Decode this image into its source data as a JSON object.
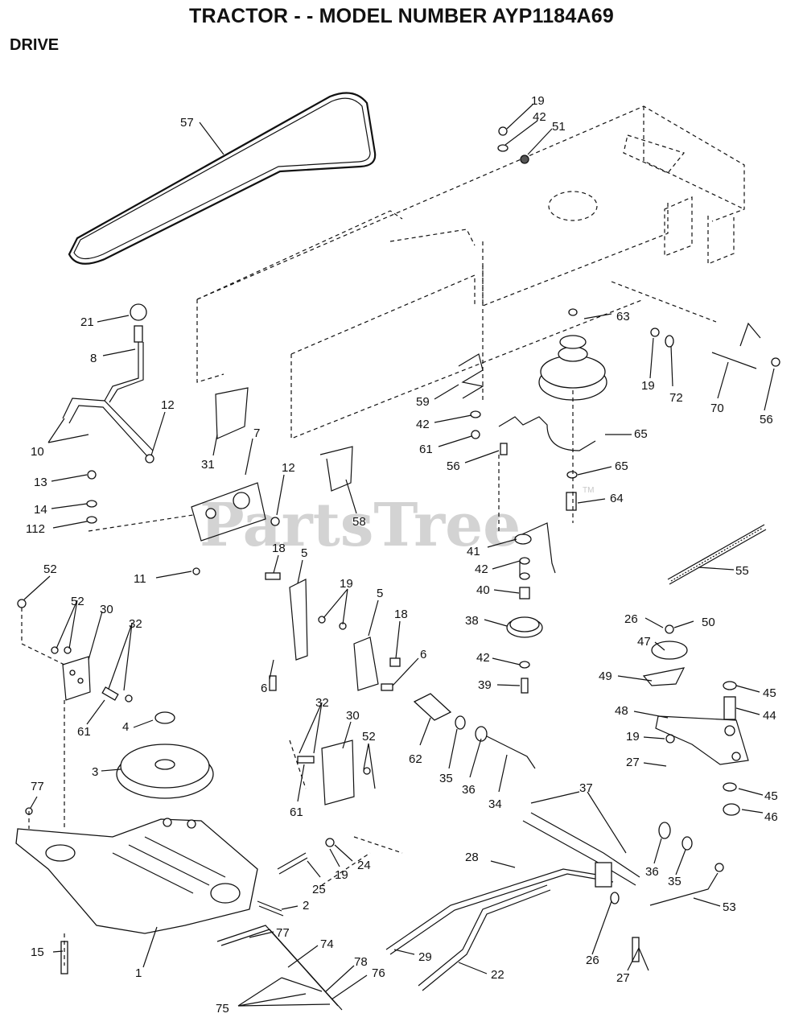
{
  "header": {
    "title": "TRACTOR - - MODEL NUMBER AYP1184A69",
    "section": "DRIVE"
  },
  "watermark": {
    "text": "PartsTree",
    "trademark": "TM"
  },
  "callouts": [
    {
      "id": "57",
      "label": "57"
    },
    {
      "id": "19a",
      "label": "19"
    },
    {
      "id": "42a",
      "label": "42"
    },
    {
      "id": "51",
      "label": "51"
    },
    {
      "id": "21",
      "label": "21"
    },
    {
      "id": "8",
      "label": "8"
    },
    {
      "id": "63",
      "label": "63"
    },
    {
      "id": "19b",
      "label": "19"
    },
    {
      "id": "72",
      "label": "72"
    },
    {
      "id": "70",
      "label": "70"
    },
    {
      "id": "56a",
      "label": "56"
    },
    {
      "id": "12a",
      "label": "12"
    },
    {
      "id": "10",
      "label": "10"
    },
    {
      "id": "59",
      "label": "59"
    },
    {
      "id": "42b",
      "label": "42"
    },
    {
      "id": "31",
      "label": "31"
    },
    {
      "id": "7",
      "label": "7"
    },
    {
      "id": "61a",
      "label": "61"
    },
    {
      "id": "65a",
      "label": "65"
    },
    {
      "id": "56b",
      "label": "56"
    },
    {
      "id": "65b",
      "label": "65"
    },
    {
      "id": "13",
      "label": "13"
    },
    {
      "id": "12b",
      "label": "12"
    },
    {
      "id": "14",
      "label": "14"
    },
    {
      "id": "64",
      "label": "64"
    },
    {
      "id": "112",
      "label": "112"
    },
    {
      "id": "58",
      "label": "58"
    },
    {
      "id": "18a",
      "label": "18"
    },
    {
      "id": "41",
      "label": "41"
    },
    {
      "id": "52a",
      "label": "52"
    },
    {
      "id": "5a",
      "label": "5"
    },
    {
      "id": "55",
      "label": "55"
    },
    {
      "id": "42c",
      "label": "42"
    },
    {
      "id": "11",
      "label": "11"
    },
    {
      "id": "19c",
      "label": "19"
    },
    {
      "id": "40",
      "label": "40"
    },
    {
      "id": "5b",
      "label": "5"
    },
    {
      "id": "52b",
      "label": "52"
    },
    {
      "id": "30a",
      "label": "30"
    },
    {
      "id": "18b",
      "label": "18"
    },
    {
      "id": "26a",
      "label": "26"
    },
    {
      "id": "50",
      "label": "50"
    },
    {
      "id": "38",
      "label": "38"
    },
    {
      "id": "32a",
      "label": "32"
    },
    {
      "id": "47",
      "label": "47"
    },
    {
      "id": "42d",
      "label": "42"
    },
    {
      "id": "6a",
      "label": "6"
    },
    {
      "id": "6b",
      "label": "6"
    },
    {
      "id": "49",
      "label": "49"
    },
    {
      "id": "39",
      "label": "39"
    },
    {
      "id": "45a",
      "label": "45"
    },
    {
      "id": "61b",
      "label": "61"
    },
    {
      "id": "32b",
      "label": "32"
    },
    {
      "id": "44",
      "label": "44"
    },
    {
      "id": "4",
      "label": "4"
    },
    {
      "id": "30b",
      "label": "30"
    },
    {
      "id": "48",
      "label": "48"
    },
    {
      "id": "52c",
      "label": "52"
    },
    {
      "id": "62",
      "label": "62"
    },
    {
      "id": "19d",
      "label": "19"
    },
    {
      "id": "3",
      "label": "3"
    },
    {
      "id": "35a",
      "label": "35"
    },
    {
      "id": "36a",
      "label": "36"
    },
    {
      "id": "27a",
      "label": "27"
    },
    {
      "id": "61c",
      "label": "61"
    },
    {
      "id": "34",
      "label": "34"
    },
    {
      "id": "77a",
      "label": "77"
    },
    {
      "id": "37",
      "label": "37"
    },
    {
      "id": "45b",
      "label": "45"
    },
    {
      "id": "46",
      "label": "46"
    },
    {
      "id": "24",
      "label": "24"
    },
    {
      "id": "28",
      "label": "28"
    },
    {
      "id": "19e",
      "label": "19"
    },
    {
      "id": "25",
      "label": "25"
    },
    {
      "id": "36b",
      "label": "36"
    },
    {
      "id": "35b",
      "label": "35"
    },
    {
      "id": "2",
      "label": "2"
    },
    {
      "id": "53",
      "label": "53"
    },
    {
      "id": "77b",
      "label": "77"
    },
    {
      "id": "15",
      "label": "15"
    },
    {
      "id": "74",
      "label": "74"
    },
    {
      "id": "29",
      "label": "29"
    },
    {
      "id": "26b",
      "label": "26"
    },
    {
      "id": "1",
      "label": "1"
    },
    {
      "id": "78",
      "label": "78"
    },
    {
      "id": "76",
      "label": "76"
    },
    {
      "id": "22",
      "label": "22"
    },
    {
      "id": "27b",
      "label": "27"
    },
    {
      "id": "75",
      "label": "75"
    }
  ]
}
